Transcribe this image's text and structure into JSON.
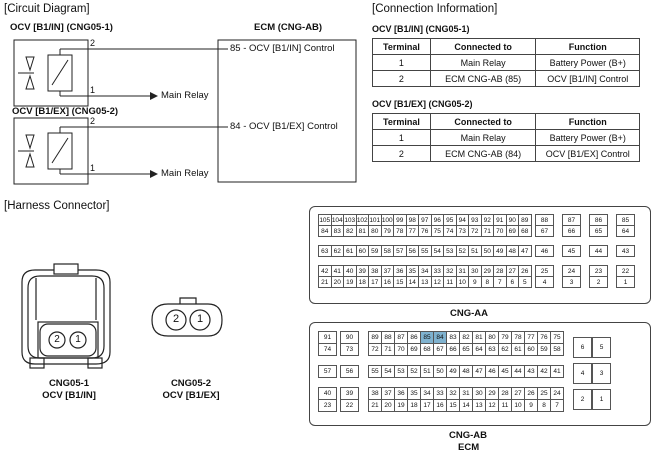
{
  "circuit": {
    "title": "[Circuit Diagram]",
    "comp1": "OCV [B1/IN] (CNG05-1)",
    "comp2": "OCV [B1/EX] (CNG05-2)",
    "ecm": "ECM (CNG-AB)",
    "pin2": "2",
    "pin1": "1",
    "main_relay": "Main Relay",
    "ctrl1": "85 - OCV [B1/IN] Control",
    "ctrl2": "84 - OCV [B1/EX] Control"
  },
  "connection": {
    "title": "[Connection Information]",
    "t1_title": "OCV [B1/IN] (CNG05-1)",
    "t2_title": "OCV [B1/EX] (CNG05-2)",
    "headers": [
      "Terminal",
      "Connected to",
      "Function"
    ],
    "t1_rows": [
      [
        "1",
        "Main Relay",
        "Battery Power (B+)"
      ],
      [
        "2",
        "ECM CNG-AB (85)",
        "OCV [B1/IN] Control"
      ]
    ],
    "t2_rows": [
      [
        "1",
        "Main Relay",
        "Battery Power (B+)"
      ],
      [
        "2",
        "ECM CNG-AB (84)",
        "OCV [B1/EX] Control"
      ]
    ]
  },
  "harness": {
    "title": "[Harness Connector]",
    "c1_pin2": "2",
    "c1_pin1": "1",
    "c2_pin2": "2",
    "c2_pin1": "1",
    "c1_label1": "CNG05-1",
    "c1_label2": "OCV [B1/IN]",
    "c2_label1": "CNG05-2",
    "c2_label2": "OCV [B1/EX]"
  },
  "ecm_conn": {
    "aa_label": "CNG-AA",
    "ab_label1": "CNG-AB",
    "ab_label2": "ECM",
    "highlight_color": "#7fb2cf",
    "aa_rows": [
      [
        "105",
        "104",
        "103",
        "102",
        "101",
        "100",
        "99",
        "98",
        "97",
        "96",
        "95",
        "94",
        "93",
        "92",
        "91",
        "90",
        "89"
      ],
      [
        "84",
        "83",
        "82",
        "81",
        "80",
        "79",
        "78",
        "77",
        "76",
        "75",
        "74",
        "73",
        "72",
        "71",
        "70",
        "69",
        "68"
      ],
      [
        "63",
        "62",
        "61",
        "60",
        "59",
        "58",
        "57",
        "56",
        "55",
        "54",
        "53",
        "52",
        "51",
        "50",
        "49",
        "48",
        "47"
      ],
      [
        "42",
        "41",
        "40",
        "39",
        "38",
        "37",
        "36",
        "35",
        "34",
        "33",
        "32",
        "31",
        "30",
        "29",
        "28",
        "27",
        "26"
      ],
      [
        "21",
        "20",
        "19",
        "18",
        "17",
        "16",
        "15",
        "14",
        "13",
        "12",
        "11",
        "10",
        "9",
        "8",
        "7",
        "6",
        "5"
      ]
    ],
    "aa_side": [
      [
        "88",
        "87",
        "86",
        "85"
      ],
      [
        "67",
        "66",
        "65",
        "64"
      ],
      [
        "46",
        "45",
        "44",
        "43"
      ],
      [
        "25",
        "24",
        "23",
        "22"
      ],
      [
        "4",
        "3",
        "2",
        "1"
      ]
    ],
    "ab_left": [
      [
        "91",
        "90"
      ],
      [
        "74",
        "73"
      ],
      [
        "57",
        "56"
      ],
      [
        "40",
        "39"
      ],
      [
        "23",
        "22"
      ]
    ],
    "ab_main": [
      [
        "89",
        "88",
        "87",
        "86",
        "85",
        "84",
        "83",
        "82",
        "81",
        "80",
        "79",
        "78",
        "77",
        "76",
        "75"
      ],
      [
        "72",
        "71",
        "70",
        "69",
        "68",
        "67",
        "66",
        "65",
        "64",
        "63",
        "62",
        "61",
        "60",
        "59",
        "58"
      ],
      [
        "55",
        "54",
        "53",
        "52",
        "51",
        "50",
        "49",
        "48",
        "47",
        "46",
        "45",
        "44",
        "43",
        "42",
        "41"
      ],
      [
        "38",
        "37",
        "36",
        "35",
        "34",
        "33",
        "32",
        "31",
        "30",
        "29",
        "28",
        "27",
        "26",
        "25",
        "24"
      ],
      [
        "21",
        "20",
        "19",
        "18",
        "17",
        "16",
        "15",
        "14",
        "13",
        "12",
        "11",
        "10",
        "9",
        "8",
        "7"
      ]
    ],
    "ab_side": [
      [
        "6",
        "5"
      ],
      [
        "4",
        "3"
      ],
      [
        "2",
        "1"
      ]
    ]
  }
}
